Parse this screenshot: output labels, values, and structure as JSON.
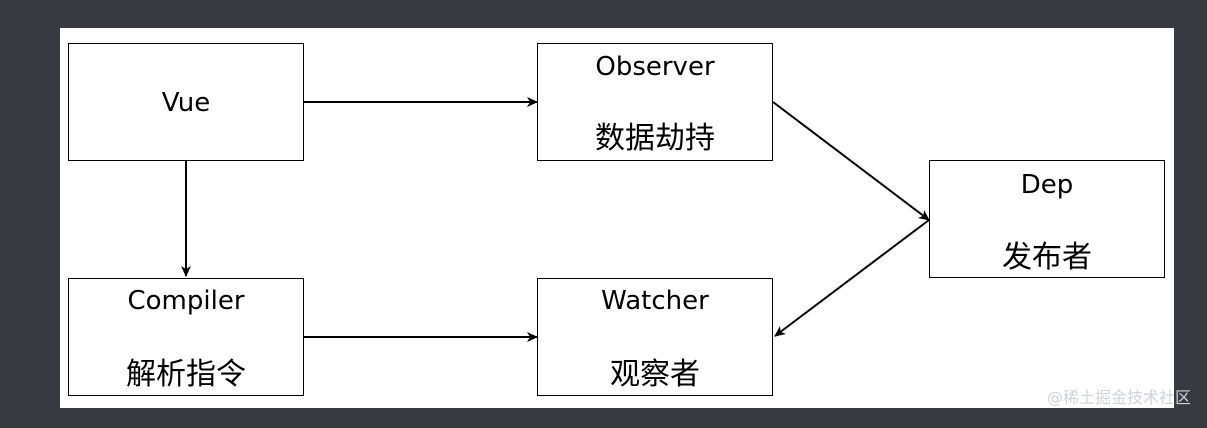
{
  "diagram": {
    "nodes": {
      "vue": {
        "title": "Vue"
      },
      "observer": {
        "title": "Observer",
        "subtitle": "数据劫持"
      },
      "dep": {
        "title": "Dep",
        "subtitle": "发布者"
      },
      "compiler": {
        "title": "Compiler",
        "subtitle": "解析指令"
      },
      "watcher": {
        "title": "Watcher",
        "subtitle": "观察者"
      }
    },
    "edges": [
      {
        "from": "Vue",
        "to": "Observer"
      },
      {
        "from": "Vue",
        "to": "Compiler"
      },
      {
        "from": "Observer",
        "to": "Dep"
      },
      {
        "from": "Dep",
        "to": "Watcher"
      },
      {
        "from": "Compiler",
        "to": "Watcher"
      }
    ]
  },
  "watermark": "@稀土掘金技术社区"
}
